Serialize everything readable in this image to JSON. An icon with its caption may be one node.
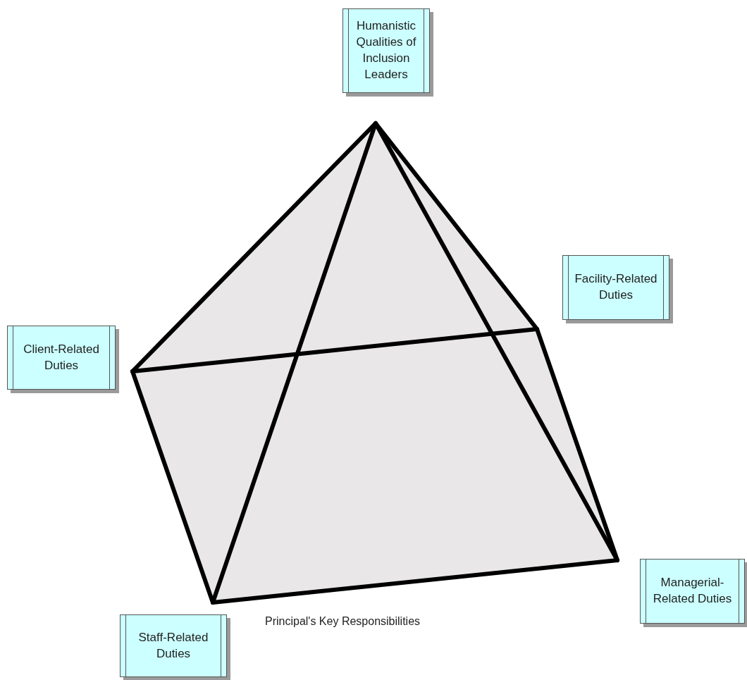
{
  "diagram": {
    "nodes": [
      {
        "text": [
          "Humanistic Qualities of Inclusion Leaders"
        ]
      },
      {
        "text": [
          "Facility-Related Duties"
        ]
      },
      {
        "text": [
          "Client-Related Duties"
        ]
      },
      {
        "text": [
          "Managerial-Related Duties"
        ]
      },
      {
        "text": [
          "Staff-Related Duties"
        ]
      }
    ],
    "labels": [
      "Principal's Key Responsibilities"
    ]
  }
}
